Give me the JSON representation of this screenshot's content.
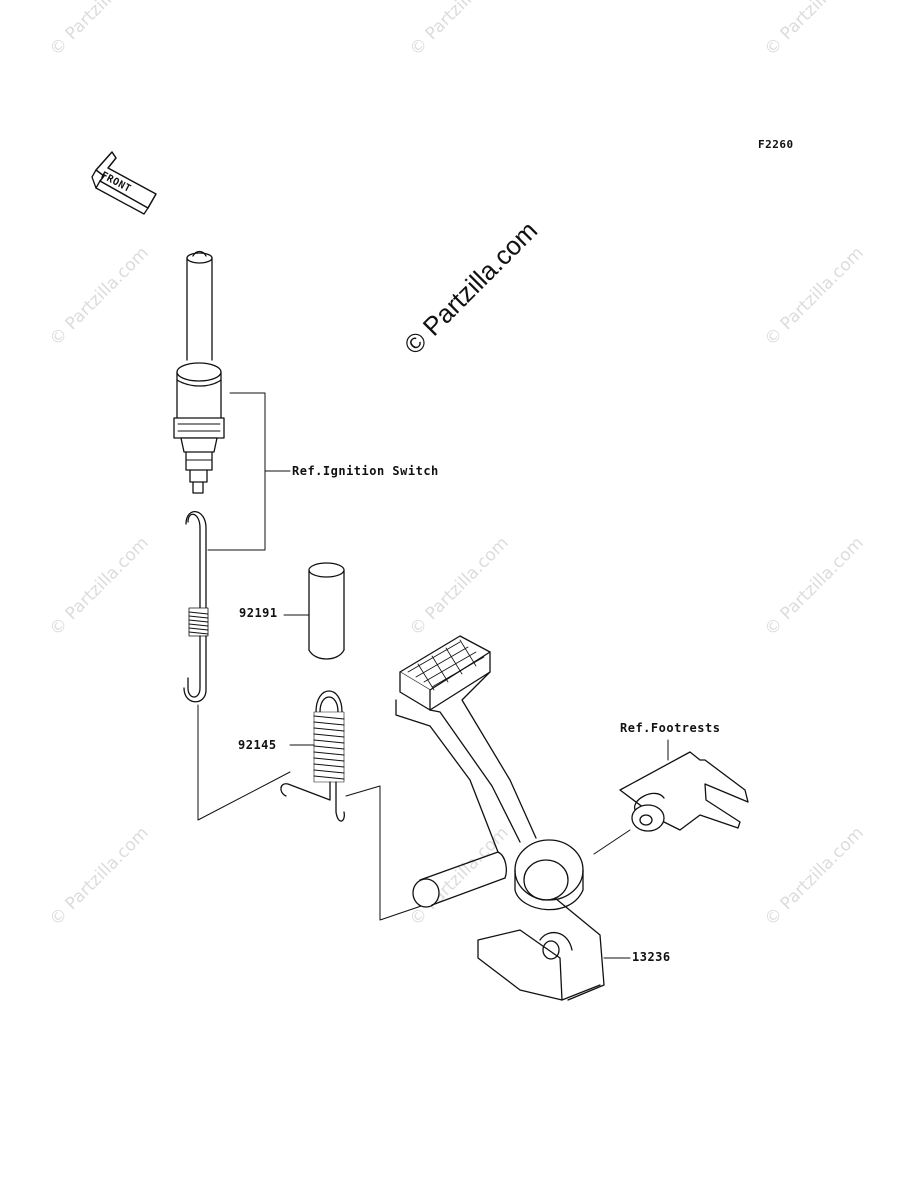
{
  "figure_code": "F2260",
  "front_label": "FRONT",
  "watermark_main": "© Partzilla.com",
  "watermark_faint": "© Partzilla.com",
  "callouts": {
    "ignition_switch_ref": "Ref.Ignition Switch",
    "footrests_ref": "Ref.Footrests",
    "part_92191": "92191",
    "part_92145": "92145",
    "part_13236": "13236"
  }
}
